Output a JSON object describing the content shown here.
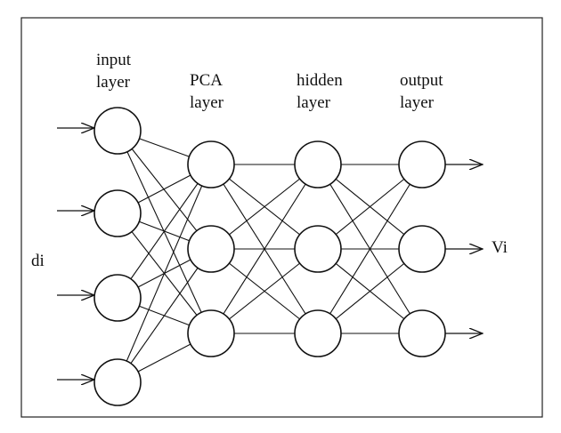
{
  "layer_labels": [
    {
      "lines": [
        "input",
        "layer"
      ]
    },
    {
      "lines": [
        "PCA",
        "layer"
      ]
    },
    {
      "lines": [
        "hidden",
        "layer"
      ]
    },
    {
      "lines": [
        "output",
        "layer"
      ]
    }
  ],
  "input_label": "di",
  "output_label": "Vi",
  "layers": [
    {
      "neurons": 4
    },
    {
      "neurons": 3
    },
    {
      "neurons": 3
    },
    {
      "neurons": 3
    }
  ]
}
